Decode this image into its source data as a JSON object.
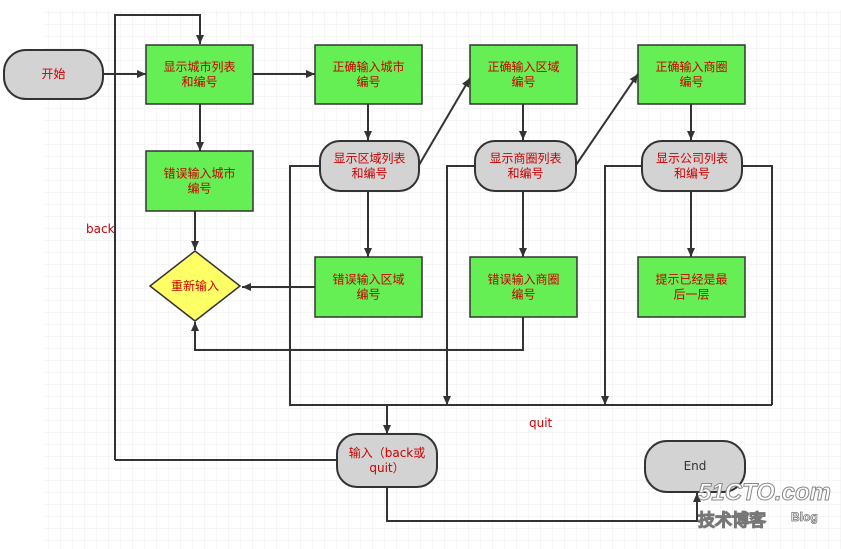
{
  "nodes": {
    "start": "开始",
    "show_city": "显示城市列表\n和编号",
    "city_ok": "正确输入城市\n编号",
    "city_err": "错误输入城市\n编号",
    "reinput": "重新输入",
    "show_district": "显示区域列表\n和编号",
    "district_ok": "正确输入区域\n编号",
    "district_err": "错误输入区域\n编号",
    "show_area": "显示商圈列表\n和编号",
    "area_ok": "正确输入商圈\n编号",
    "area_err": "错误输入商圈\n编号",
    "show_company": "显示公司列表\n和编号",
    "last_level": "提示已经是最\n后一层",
    "input_back_quit": "输入（back或\nquit）",
    "end": "End"
  },
  "labels": {
    "back": "back",
    "quit": "quit"
  },
  "watermark": {
    "site": "51CTO.com",
    "sub": "技术博客",
    "blog": "Blog"
  },
  "colors": {
    "green": "#66ee55",
    "gray": "#d3d3d3",
    "yellow": "#ffff66",
    "text_red": "#cc0000",
    "line": "#333333"
  }
}
